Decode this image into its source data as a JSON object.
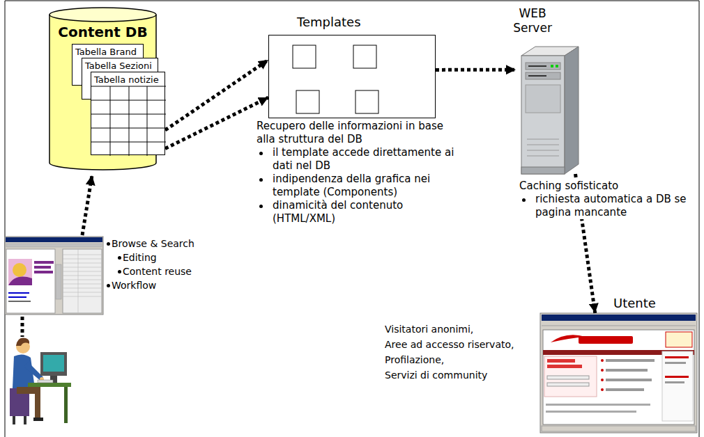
{
  "diagram": {
    "nodes": [
      {
        "text": [
          "Content DB"
        ]
      },
      {
        "text": [
          "Tabella Brand"
        ],
        "in": 0
      },
      {
        "text": [
          "Tabella Sezioni"
        ],
        "in": 0
      },
      {
        "text": [
          "Tabella notizie"
        ],
        "in": 0
      },
      {
        "text": [
          "Templates"
        ]
      },
      {
        "text": [
          "WEB Server"
        ]
      },
      {
        "text": [
          "Utente"
        ]
      }
    ],
    "edges": [
      {
        "from": 3,
        "to": 4,
        "arrow": "to"
      },
      {
        "from": 3,
        "to": 4,
        "arrow": "to"
      },
      {
        "from": 4,
        "to": 5,
        "arrow": "to"
      },
      {
        "from": 5,
        "to": 6,
        "arrow": "to"
      }
    ],
    "labels": [
      "Recupero delle informazioni in base alla struttura del DB",
      "il template accede direttamente ai dati nel DB",
      "indipendenza della grafica nei template (Components)",
      "dinamicità del contenuto (HTML/XML)",
      "Caching sofisticato",
      "richiesta automatica a DB se pagina mancante",
      "Visitatori anonimi,",
      "Aree ad accesso riservato,",
      "Profilazione,",
      "Servizi di community",
      "Browse & Search",
      "Editing",
      "Content reuse",
      "Workflow"
    ]
  }
}
